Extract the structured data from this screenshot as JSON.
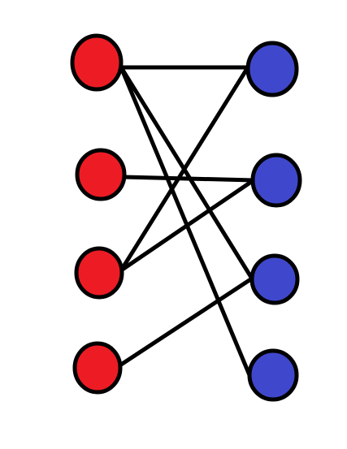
{
  "graph": {
    "type": "bipartite",
    "colors": {
      "left_fill": "#ed1c24",
      "right_fill": "#3f48cc",
      "stroke": "#000000",
      "background": "#ffffff"
    },
    "left_nodes": [
      "L1",
      "L2",
      "L3",
      "L4"
    ],
    "right_nodes": [
      "R1",
      "R2",
      "R3",
      "R4"
    ],
    "edges": [
      [
        "L1",
        "R1"
      ],
      [
        "L1",
        "R3"
      ],
      [
        "L1",
        "R4"
      ],
      [
        "L2",
        "R2"
      ],
      [
        "L3",
        "R1"
      ],
      [
        "L3",
        "R2"
      ],
      [
        "L4",
        "R3"
      ]
    ]
  }
}
